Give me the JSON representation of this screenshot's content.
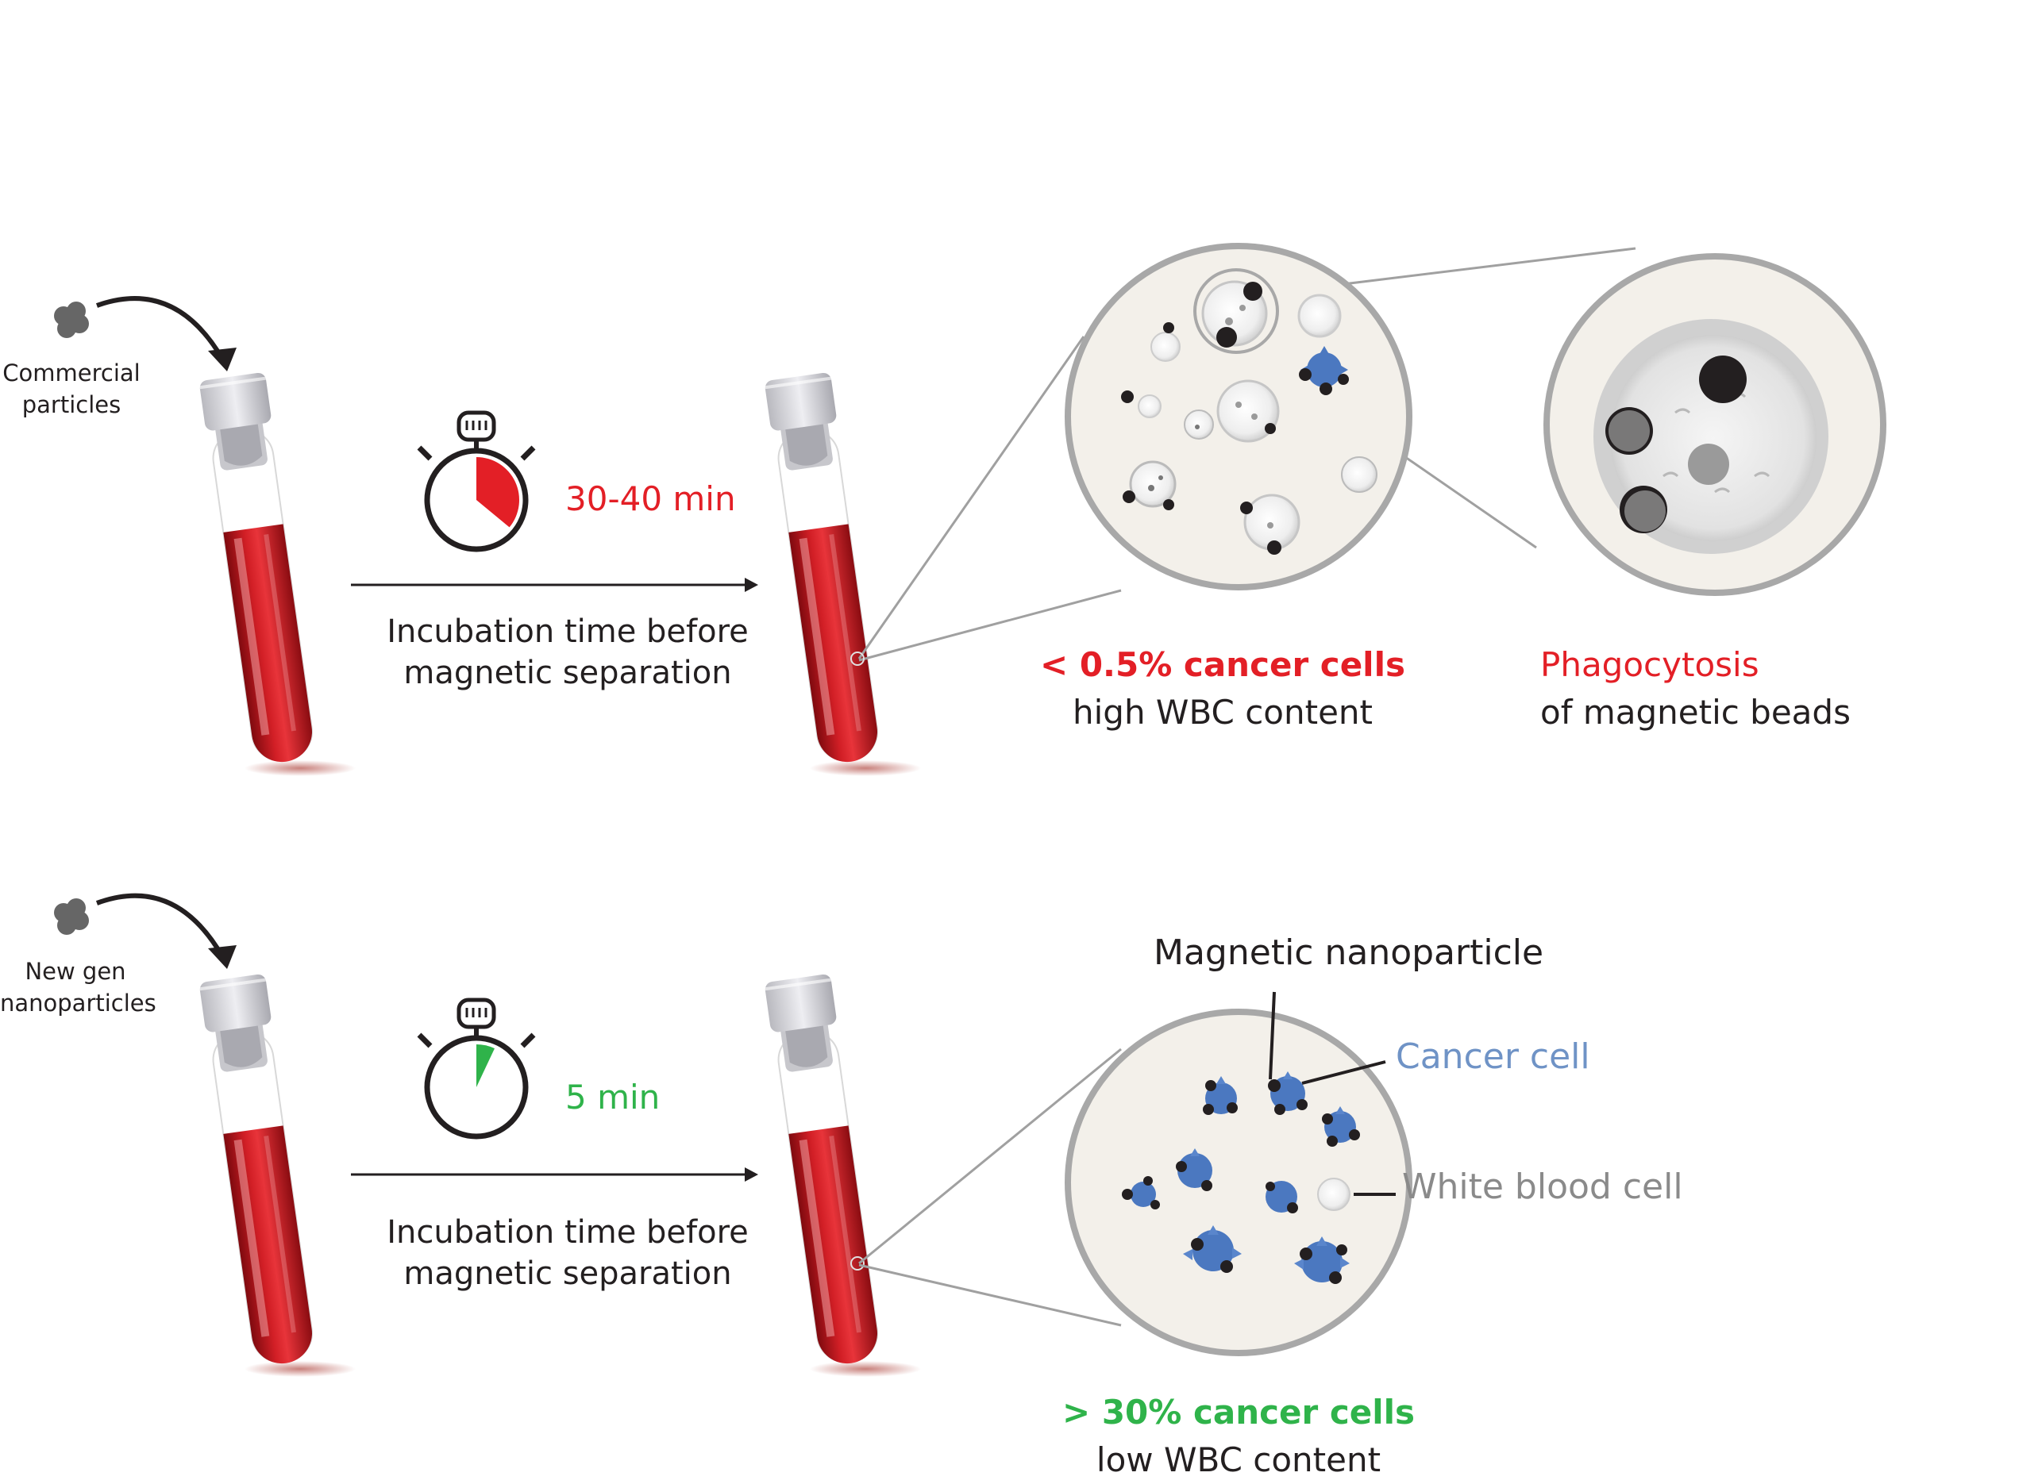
{
  "colors": {
    "red": "#e31f26",
    "green": "#2fb34a",
    "blue": "#6f93c6",
    "gray_text": "#8a8a8a",
    "blood_dark": "#8e0d12",
    "blood_light": "#d72027",
    "dish_fill": "#f3f0ea",
    "dish_rim": "#a8a8a8",
    "line_gray": "#a0a0a0",
    "dark": "#231f20"
  },
  "top": {
    "particle_label": [
      "Commercial",
      "particles"
    ],
    "time_label": "30-40 min",
    "timer_fraction": 0.36,
    "arrow_caption": [
      "Incubation time before",
      "magnetic separation"
    ],
    "result_line1": "< 0.5% cancer cells",
    "result_line2": "high WBC content",
    "zoom_line1": "Phagocytosis",
    "zoom_line2": "of magnetic beads"
  },
  "bottom": {
    "particle_label": [
      "New gen",
      "nanoparticles"
    ],
    "time_label": "5 min",
    "timer_fraction": 0.07,
    "arrow_caption": [
      "Incubation time before",
      "magnetic separation"
    ],
    "result_line1": "> 30% cancer cells",
    "result_line2": "low WBC content",
    "ann_nanoparticle": "Magnetic nanoparticle",
    "ann_cancer": "Cancer cell",
    "ann_wbc": "White blood cell"
  }
}
